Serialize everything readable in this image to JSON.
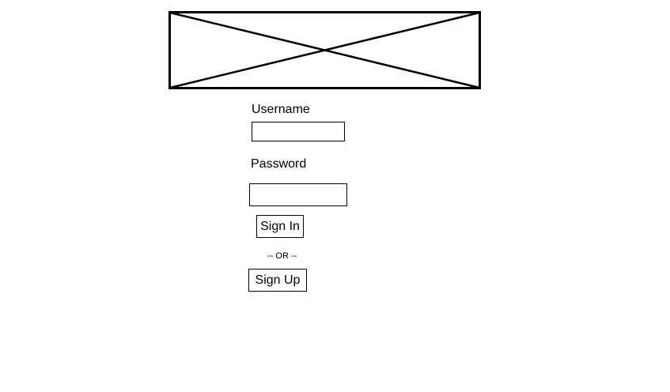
{
  "header": {
    "image_placeholder_icon": "image-placeholder-icon"
  },
  "login_form": {
    "username_label": "Username",
    "username_value": "",
    "password_label": "Password",
    "password_value": "",
    "sign_in_label": "Sign In",
    "divider_text": "-- OR --",
    "sign_up_label": "Sign Up"
  }
}
